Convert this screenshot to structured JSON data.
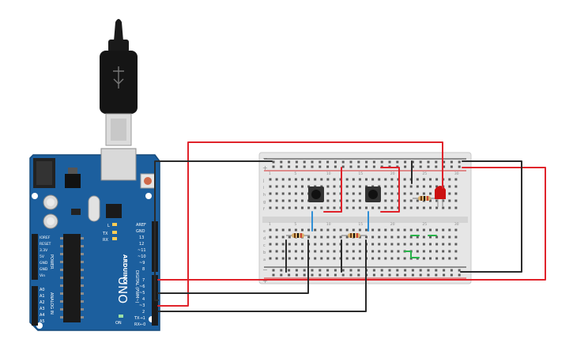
{
  "board": {
    "brand_text": "ARDUINO",
    "model_text": "UNO",
    "digital_header_label": "DIGITAL (PWM~)",
    "power_header_label": "POWER",
    "analog_header_label": "ANALOG IN",
    "top_header_pins": [
      "AREF",
      "GND",
      "13",
      "12",
      "~11",
      "~10",
      "~9",
      "8"
    ],
    "bottom_header_pins": [
      "7",
      "~6",
      "~5",
      "4",
      "~3",
      "2",
      "TX→1",
      "RX←0"
    ],
    "power_pins": [
      "IOREF",
      "RESET",
      "3.3V",
      "5V",
      "GND",
      "GND",
      "Vin"
    ],
    "analog_pins": [
      "A0",
      "A1",
      "A2",
      "A3",
      "A4",
      "A5"
    ],
    "led_labels": [
      "L",
      "TX",
      "RX",
      "ON"
    ],
    "usb_cable_icon": "usb-plug-icon",
    "board_color": "#1c5f9e"
  },
  "breadboard": {
    "row_letters_top": [
      "j",
      "i",
      "h",
      "g",
      "f"
    ],
    "row_letters_bottom": [
      "e",
      "d",
      "c",
      "b",
      "a"
    ],
    "column_numbers": [
      "1",
      "5",
      "10",
      "15",
      "20",
      "25",
      "30"
    ],
    "rail_plus": "+",
    "rail_minus": "−"
  },
  "components": {
    "pushbuttons": 2,
    "resistors": 3,
    "led_color": "#cc1111"
  },
  "wire_colors": {
    "red": "#e0232b",
    "black": "#2b2b2b",
    "blue": "#2f8fd6",
    "green": "#29b34a"
  }
}
